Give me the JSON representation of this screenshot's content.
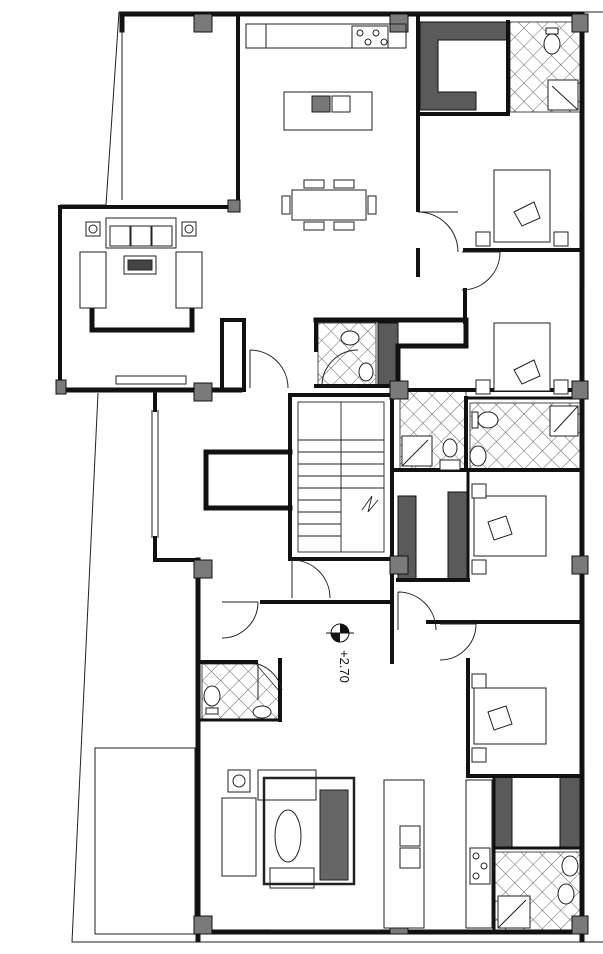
{
  "floor_plan": {
    "level_marker": {
      "label": "+2.70",
      "symbol": "level-datum-icon"
    },
    "rooms": [
      {
        "name": "terrace-top-left",
        "kind": "balcony"
      },
      {
        "name": "kitchen-dining",
        "kind": "kitchen",
        "furniture": [
          "kitchen-island-sink-icon",
          "dining-table-icon",
          "cooktop-icon"
        ]
      },
      {
        "name": "living-room-top",
        "kind": "living",
        "furniture": [
          "sofa-set-icon",
          "coffee-table-icon"
        ]
      },
      {
        "name": "bedroom-1",
        "kind": "bedroom",
        "furniture": [
          "double-bed-icon"
        ]
      },
      {
        "name": "bedroom-2",
        "kind": "bedroom",
        "furniture": [
          "double-bed-icon"
        ]
      },
      {
        "name": "bedroom-3",
        "kind": "bedroom",
        "furniture": [
          "double-bed-icon"
        ]
      },
      {
        "name": "bedroom-4",
        "kind": "bedroom",
        "furniture": [
          "double-bed-icon"
        ]
      },
      {
        "name": "bathroom-top-right",
        "kind": "bathroom",
        "furniture": [
          "toilet-icon",
          "shower-icon"
        ]
      },
      {
        "name": "bathroom-middle",
        "kind": "bathroom",
        "furniture": [
          "toilet-icon",
          "shower-icon",
          "washbasin-icon"
        ]
      },
      {
        "name": "bathroom-bottom-right",
        "kind": "bathroom",
        "furniture": [
          "toilet-icon",
          "shower-icon"
        ]
      },
      {
        "name": "wc-top",
        "kind": "bathroom",
        "furniture": [
          "toilet-icon",
          "washbasin-icon"
        ]
      },
      {
        "name": "wc-bottom-left",
        "kind": "bathroom",
        "furniture": [
          "toilet-icon",
          "washbasin-icon"
        ]
      },
      {
        "name": "staircase",
        "kind": "stairs"
      },
      {
        "name": "living-room-bottom",
        "kind": "living",
        "furniture": [
          "sofa-set-icon",
          "coffee-table-icon"
        ]
      },
      {
        "name": "kitchen-bottom",
        "kind": "kitchen",
        "furniture": [
          "sink-icon",
          "cooktop-icon"
        ]
      },
      {
        "name": "terrace-bottom-left",
        "kind": "balcony"
      }
    ],
    "colors": {
      "wall": "#111111",
      "column": "#7a7a7a",
      "core_fill": "#5a5a5a",
      "tile_hatch": "#444444",
      "line": "#222222"
    }
  }
}
